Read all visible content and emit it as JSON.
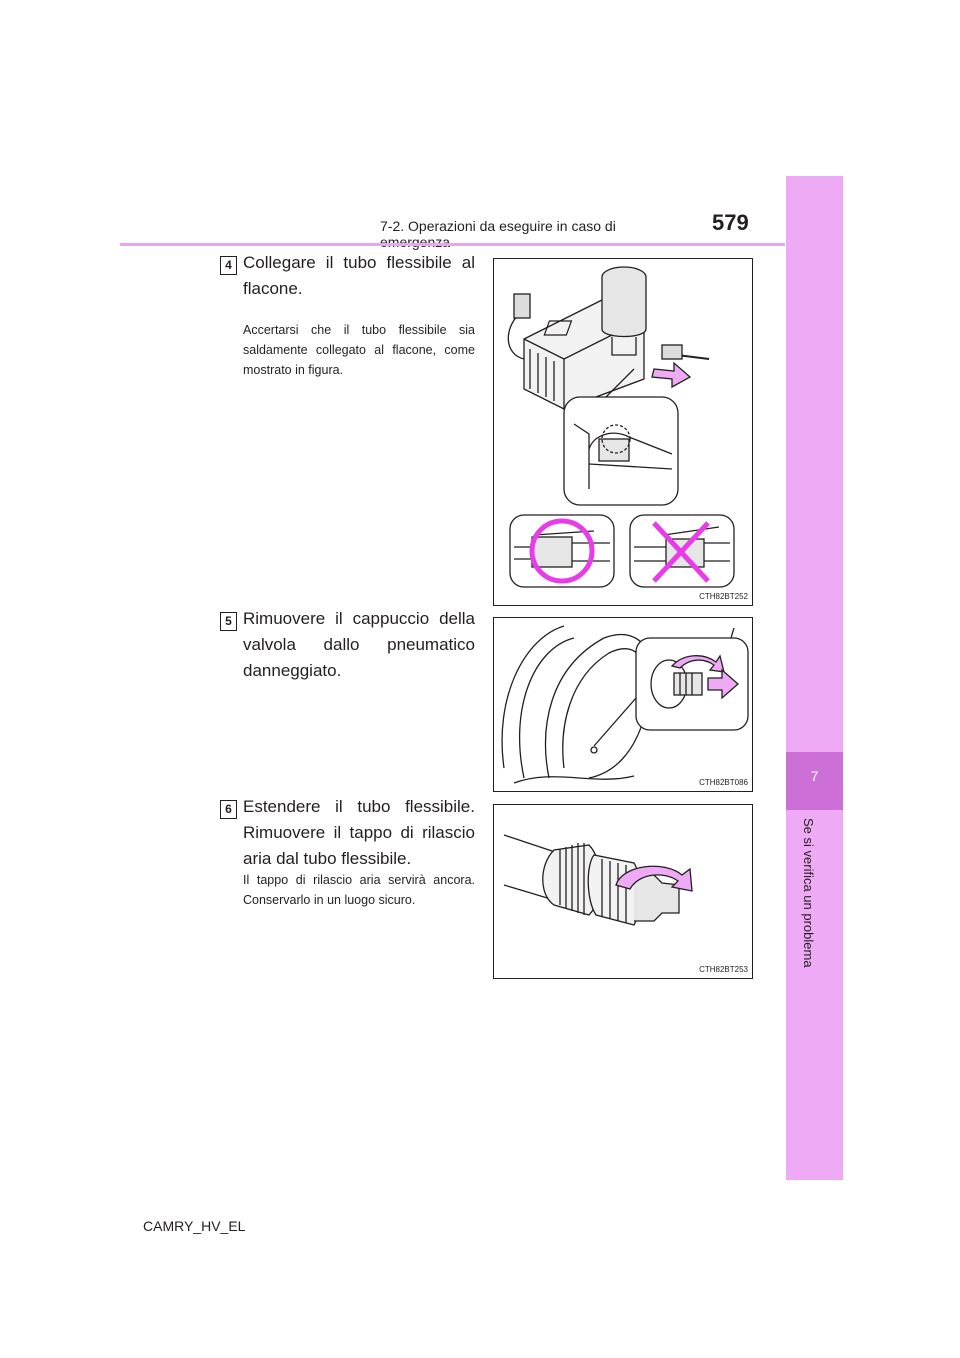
{
  "header": {
    "section_title": "7-2. Operazioni da eseguire in caso di emergenza",
    "page_number": "579"
  },
  "side_tab": {
    "chapter_number": "7",
    "chapter_title": "Se si verifica un problema"
  },
  "steps": [
    {
      "number": "4",
      "text": "Collegare il tubo flessibile al flacone.",
      "note": "Accertarsi che il tubo flessibile sia saldamente collegato al flacone, come mostrato in figura.",
      "figure_code": "CTH82BT252"
    },
    {
      "number": "5",
      "text": "Rimuovere il cappuccio della valvola dallo pneumatico danneggiato.",
      "note": "",
      "figure_code": "CTH82BT086"
    },
    {
      "number": "6",
      "text": "Estendere il tubo flessibile. Rimuovere il tappo di rilascio aria dal tubo flessibile.",
      "note": "Il tappo di rilascio aria servirà ancora. Conservarlo in un luogo sicuro.",
      "figure_code": "CTH82BT253"
    }
  ],
  "footer": {
    "model_code": "CAMRY_HV_EL"
  },
  "colors": {
    "accent_pink": "#eeaaf5",
    "accent_dark": "#cc70d8",
    "magenta": "#e83ce8"
  }
}
